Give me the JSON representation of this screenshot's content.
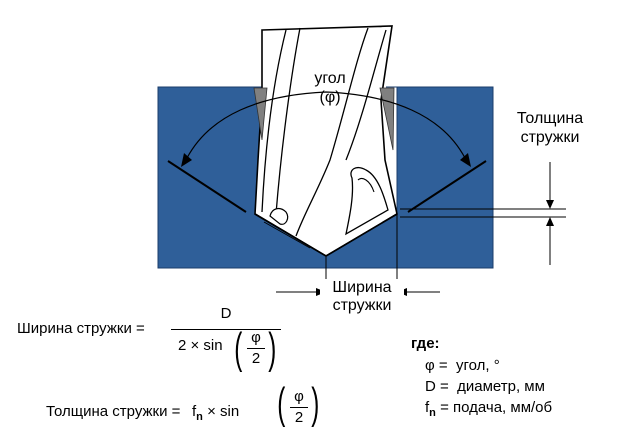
{
  "colors": {
    "workpiece": "#2f5f99",
    "workpiece_edge": "#1b3c6b",
    "drill": "#ffffff",
    "chip": "#808080",
    "line": "#000000"
  },
  "diagram": {
    "angle_label": "угол",
    "angle_symbol": "(φ)",
    "thickness_label_line1": "Толщина",
    "thickness_label_line2": "стружки",
    "width_label_line1": "Ширина",
    "width_label_line2": "стружки"
  },
  "formula_width": {
    "lhs": "Ширина стружки =",
    "numerator": "D",
    "denominator_prefix": "2 × sin",
    "phi": "φ",
    "two": "2"
  },
  "formula_thickness": {
    "lhs": "Толщина стружки =",
    "f": "f",
    "sub_n": "n",
    "rest": " × sin",
    "phi": "φ",
    "two": "2"
  },
  "legend": {
    "title": "где:",
    "phi_line": "φ =  угол, °",
    "d_line": "D =  диаметр, мм",
    "f_symbol": "f",
    "f_sub": "n",
    "f_rest": " = подача, мм/об"
  }
}
